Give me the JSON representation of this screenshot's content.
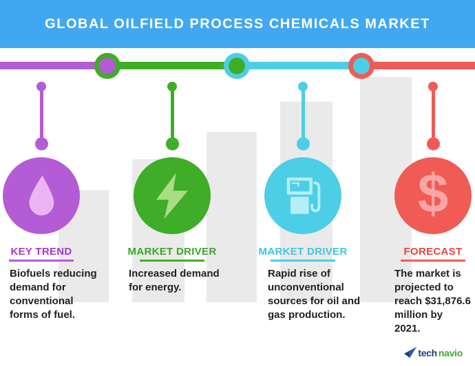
{
  "header": {
    "title": "GLOBAL OILFIELD PROCESS CHEMICALS MARKET",
    "background_color": "#42A7F2",
    "text_color": "#FFFFFF"
  },
  "timeline": {
    "segment_colors": [
      "#B45BD6",
      "#3FAD27",
      "#4CCEE6",
      "#F15B55"
    ],
    "nodes": [
      {
        "ring_color": "#3FAD27",
        "fill_color": "#B45BD6"
      },
      {
        "ring_color": "#4CCEE6",
        "fill_color": "#3FAD27"
      },
      {
        "ring_color": "#F15B55",
        "fill_color": "#4CCEE6"
      }
    ]
  },
  "columns": [
    {
      "label": "KEY TREND",
      "description": "Biofuels reducing\ndemand for\nconventional\nforms of fuel.",
      "icon": "droplet-icon",
      "color": "#B45BD6",
      "icon_color": "#EBB5F5",
      "label_color": "#A636CB"
    },
    {
      "label": "MARKET DRIVER",
      "description": "Increased demand\nfor energy.",
      "icon": "lightning-icon",
      "color": "#3FAD27",
      "icon_color": "#A9DC83",
      "label_color": "#39A52B"
    },
    {
      "label": "MARKET DRIVER",
      "description": "Rapid rise of\nunconventional\nsources for oil and\ngas production.",
      "icon": "fuel-pump-icon",
      "color": "#4CCEE6",
      "icon_color": "#B4EEF8",
      "label_color": "#3EC6E0"
    },
    {
      "label": "FORECAST",
      "description": "The market is\nprojected to\nreach $31,876.6\nmillion by\n2021.",
      "icon": "dollar-icon",
      "dollar_glyph": "$",
      "color": "#F15B55",
      "icon_color": "#F7A6A3",
      "label_color": "#EB4240"
    }
  ],
  "footer": {
    "logo_tech": "tech",
    "logo_navio": "navio"
  },
  "background_bars_color": "#EAEAEA"
}
